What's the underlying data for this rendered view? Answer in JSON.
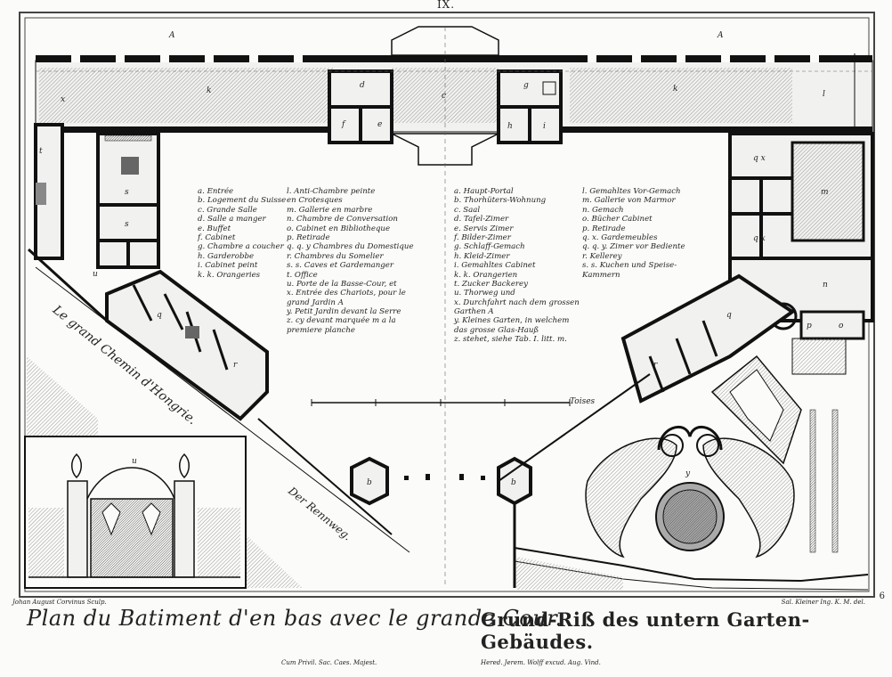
{
  "plate_number": "IX.",
  "caption_french": "Plan du Batiment d'en bas avec le grande Cour.",
  "caption_german": "Grund-Riß des untern Garten-Gebäudes.",
  "engraver_left": "Johan August Corvinus Sculp.",
  "engraver_right": "Sal. Kleiner Ing. K. M. del.",
  "page_mark": "6",
  "privilege_left": "Cum Privil. Sac. Caes. Majest.",
  "privilege_right": "Hered. Jerem. Wolff excud. Aug. Vind.",
  "road_label_french": "Le grand Chemin d'Hongrie.",
  "road_label_german": "Der Rennweg.",
  "scale_label": "Toises",
  "legend_french_col1": [
    "a. Entrée",
    "b. Logement du Suisse",
    "c. Grande Salle",
    "d. Salle a manger",
    "e. Buffet",
    "f. Cabinet",
    "g. Chambre a coucher",
    "h. Garderobbe",
    "i. Cabinet peint",
    "k. k. Orangeries"
  ],
  "legend_french_col2": [
    "l. Anti-Chambre peinte",
    "en Crotesques",
    "m. Gallerie en marbre",
    "n. Chambre de Conversation",
    "o. Cabinet en Bibliotheque",
    "p. Retirade",
    "q. q. y Chambres du Domestique",
    "r. Chambres du Somelier",
    "s. s. Caves et Gardemanger",
    "t. Office",
    "u. Porte de la Basse-Cour, et",
    "x. Entrée des Chariots, pour le",
    "grand Jardin A",
    "y. Petit Jardin devant la Serre",
    "z. cy devant marquée m a la",
    "premiere planche"
  ],
  "legend_german_col1": [
    "a. Haupt-Portal",
    "b. Thorhüters-Wohnung",
    "c. Saal",
    "d. Tafel-Zimer",
    "e. Servis Zimer",
    "f. Bilder-Zimer",
    "g. Schlaff-Gemach",
    "h. Kleid-Zimer",
    "i. Gemahltes Cabinet",
    "k. k. Orangerien",
    "t. Zucker Backerey",
    "u. Thorweg und",
    "x. Durchfahrt nach dem grossen",
    "Garthen A",
    "y. Kleines Garten, in welchem",
    "das grosse Glas-Hauß",
    "z. stehet, siehe Tab. I. litt. m."
  ],
  "legend_german_col2": [
    "l. Gemahltes Vor-Gemach",
    "m. Gallerie von Marmor",
    "n. Gemach",
    "o. Bücher Cabinet",
    "p. Retirade",
    "q. x. Gardemeubles",
    "q. q. y. Zimer vor Bediente",
    "r. Kellerey",
    "s. s. Kuchen und Speise-",
    "Kammern"
  ],
  "room_labels": [
    "A",
    "A",
    "k",
    "k",
    "x",
    "l",
    "d",
    "g",
    "c",
    "f",
    "e",
    "h",
    "i",
    "m",
    "n",
    "o",
    "p",
    "q x",
    "q x",
    "s",
    "s",
    "t",
    "u",
    "q",
    "q",
    "r",
    "r",
    "y",
    "b",
    "b",
    "u"
  ]
}
